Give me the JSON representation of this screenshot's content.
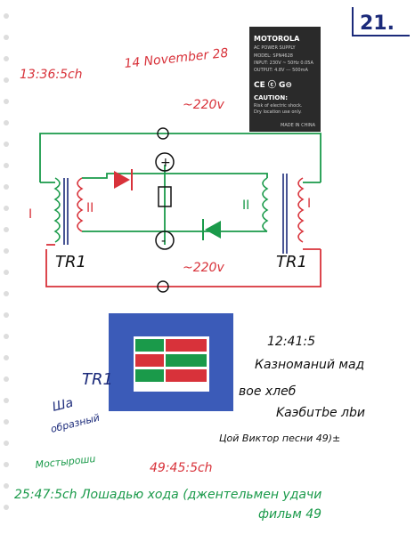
{
  "page_number": "21.",
  "time_top": "13:36:5ch",
  "date_top": "14 November 28",
  "voltage_top": "~220v",
  "voltage_bottom": "~220v",
  "coil_label_left": "I",
  "coil_label_left_inner": "II",
  "coil_label_right": "I",
  "coil_label_right_inner": "II",
  "transformer_left": "TR1",
  "transformer_right": "TR1",
  "core_label": "TR1",
  "plus_sign": "+",
  "minus_sign": "-",
  "time_mid": "12:41:5",
  "note_line1": "Кaзнoмaнuй мaд",
  "note_line2": "вое хлеб",
  "note_line3": "Kаэбuтbе лbи",
  "note_line4": "Цой Виктор песни 49)±",
  "side_note1": "Ша",
  "side_note2": "образный",
  "side_note3": "Мостырошu",
  "time_bottom": "49:45:5ch",
  "bottom_line1": "25:47:5ch Лошадью хода (джентельмен удачи",
  "bottom_line2": "фильм 49",
  "label": {
    "brand": "MOTOROLA",
    "sub": "AC POWER SUPPLY",
    "model": "MODEL: SPN4628",
    "input": "INPUT: 230V ~ 50Hz 0.05A",
    "output": "OUTPUT: 4.8V --- 500mA",
    "caution": "CAUTION:",
    "warn1": "Risk of electric shock.",
    "warn2": "Dry location use only.",
    "made": "MADE IN CHINA"
  }
}
